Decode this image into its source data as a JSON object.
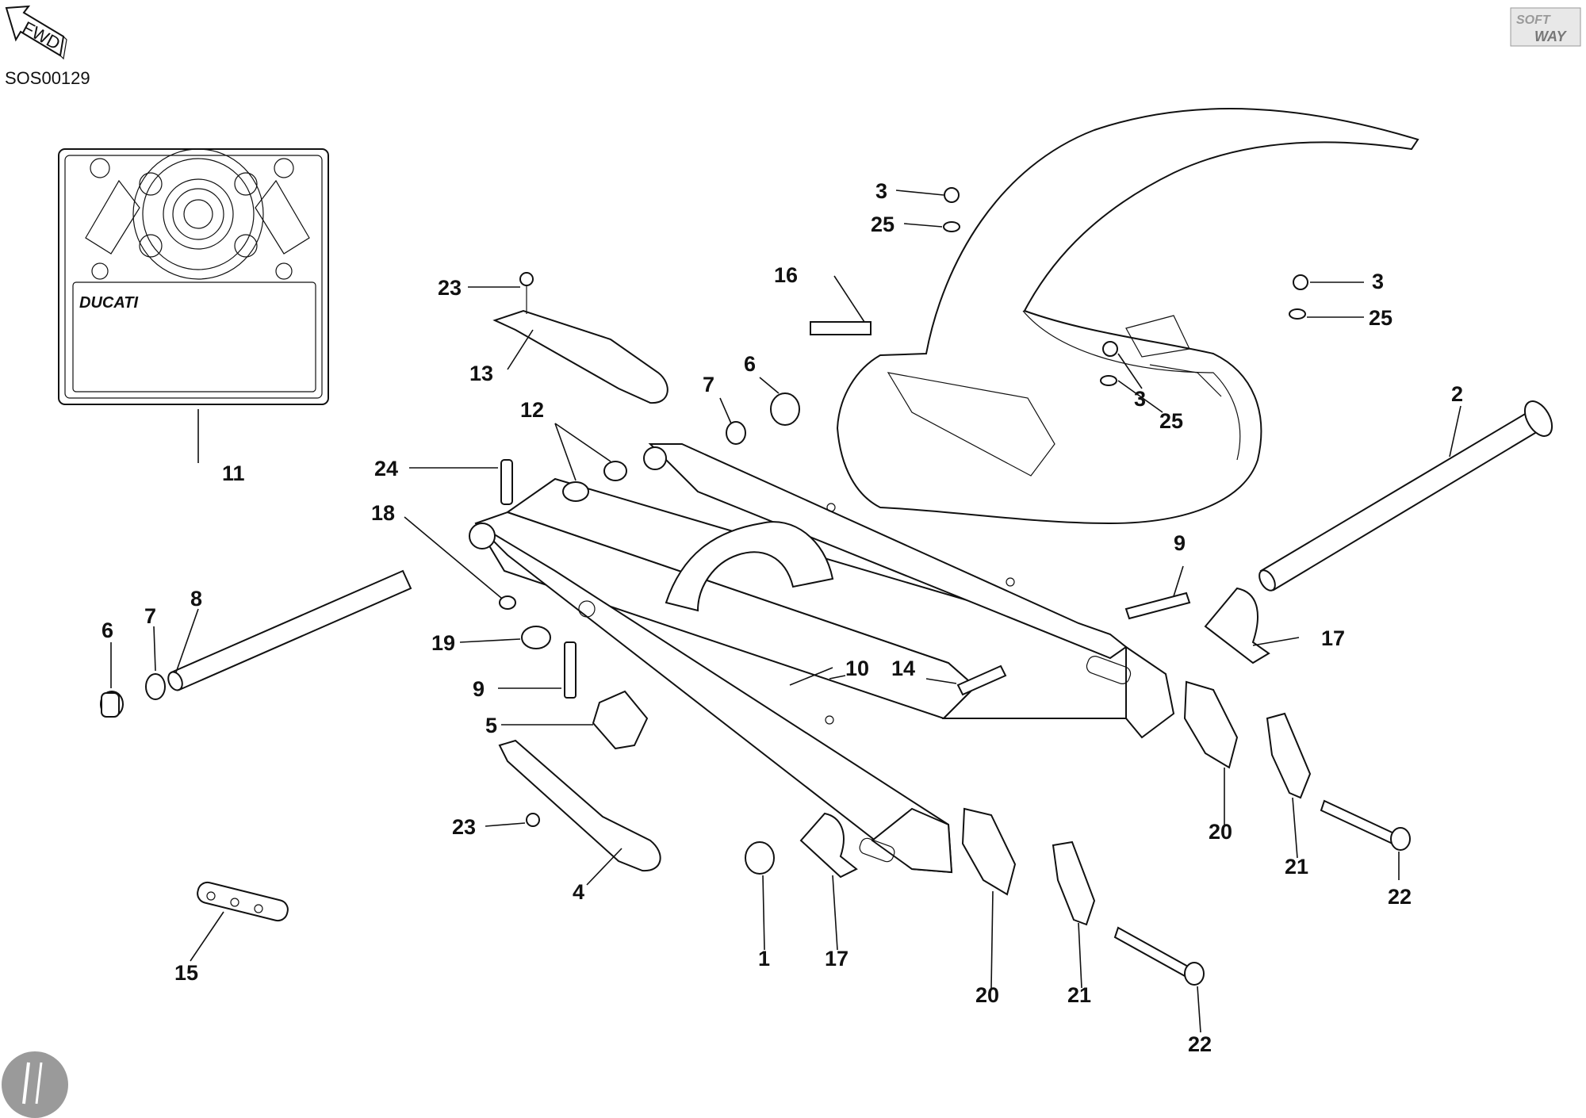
{
  "header": {
    "fwd_label": "FWD",
    "drawing_code": "SOS00129",
    "brand_logo_text": "SOFTWAY"
  },
  "sprocket_kit": {
    "brand": "DUCATI"
  },
  "icons": {
    "fwd_arrow": "fwd-arrow-icon",
    "brand_logo": "softway-logo",
    "corner_mark": "circle-badge-icon"
  },
  "callouts": [
    {
      "id": "c1",
      "label": "1"
    },
    {
      "id": "c2",
      "label": "2"
    },
    {
      "id": "c3a",
      "label": "3"
    },
    {
      "id": "c3b",
      "label": "3"
    },
    {
      "id": "c3c",
      "label": "3"
    },
    {
      "id": "c4",
      "label": "4"
    },
    {
      "id": "c5",
      "label": "5"
    },
    {
      "id": "c6a",
      "label": "6"
    },
    {
      "id": "c6b",
      "label": "6"
    },
    {
      "id": "c7a",
      "label": "7"
    },
    {
      "id": "c7b",
      "label": "7"
    },
    {
      "id": "c8",
      "label": "8"
    },
    {
      "id": "c9a",
      "label": "9"
    },
    {
      "id": "c9b",
      "label": "9"
    },
    {
      "id": "c10",
      "label": "10"
    },
    {
      "id": "c11",
      "label": "11"
    },
    {
      "id": "c12",
      "label": "12"
    },
    {
      "id": "c13",
      "label": "13"
    },
    {
      "id": "c14",
      "label": "14"
    },
    {
      "id": "c15",
      "label": "15"
    },
    {
      "id": "c16",
      "label": "16"
    },
    {
      "id": "c17a",
      "label": "17"
    },
    {
      "id": "c17b",
      "label": "17"
    },
    {
      "id": "c18",
      "label": "18"
    },
    {
      "id": "c19",
      "label": "19"
    },
    {
      "id": "c20a",
      "label": "20"
    },
    {
      "id": "c20b",
      "label": "20"
    },
    {
      "id": "c21a",
      "label": "21"
    },
    {
      "id": "c21b",
      "label": "21"
    },
    {
      "id": "c22a",
      "label": "22"
    },
    {
      "id": "c22b",
      "label": "22"
    },
    {
      "id": "c23a",
      "label": "23"
    },
    {
      "id": "c23b",
      "label": "23"
    },
    {
      "id": "c24",
      "label": "24"
    },
    {
      "id": "c25a",
      "label": "25"
    },
    {
      "id": "c25b",
      "label": "25"
    },
    {
      "id": "c25c",
      "label": "25"
    }
  ]
}
